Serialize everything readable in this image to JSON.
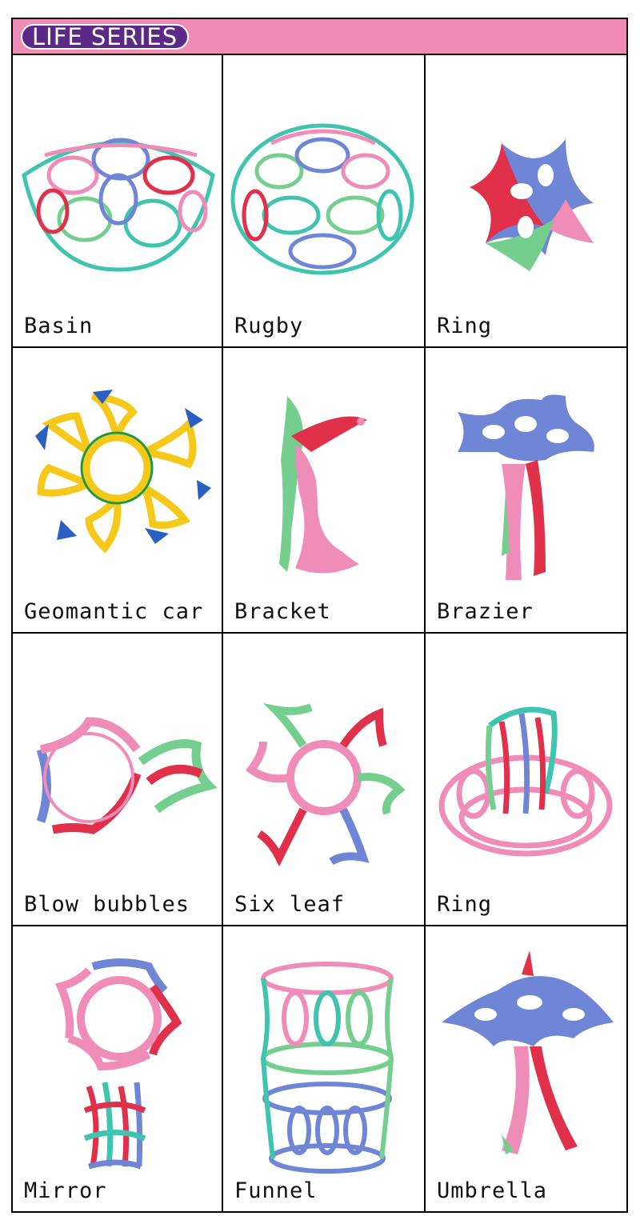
{
  "header": {
    "title": "LIFE SERIES"
  },
  "colors": {
    "header_bg": "#ee8bb6",
    "badge_bg": "#5a2a86",
    "pink": "#f08cb8",
    "blue": "#6f86d6",
    "green": "#74cf8e",
    "teal": "#3fc4b0",
    "red": "#e0304a",
    "yellow": "#f5c81a"
  },
  "products": [
    {
      "name": "Basin",
      "icon": "basin-model-icon"
    },
    {
      "name": "Rugby",
      "icon": "rugby-model-icon"
    },
    {
      "name": "Ring",
      "icon": "ring-model-icon"
    },
    {
      "name": "Geomantic car",
      "icon": "geomantic-car-model-icon"
    },
    {
      "name": "Bracket",
      "icon": "bracket-model-icon"
    },
    {
      "name": "Brazier",
      "icon": "brazier-model-icon"
    },
    {
      "name": "Blow bubbles",
      "icon": "blow-bubbles-model-icon"
    },
    {
      "name": "Six leaf",
      "icon": "six-leaf-model-icon"
    },
    {
      "name": "Ring",
      "icon": "ring-model-icon"
    },
    {
      "name": "Mirror",
      "icon": "mirror-model-icon"
    },
    {
      "name": "Funnel",
      "icon": "funnel-model-icon"
    },
    {
      "name": "Umbrella",
      "icon": "umbrella-model-icon"
    }
  ]
}
